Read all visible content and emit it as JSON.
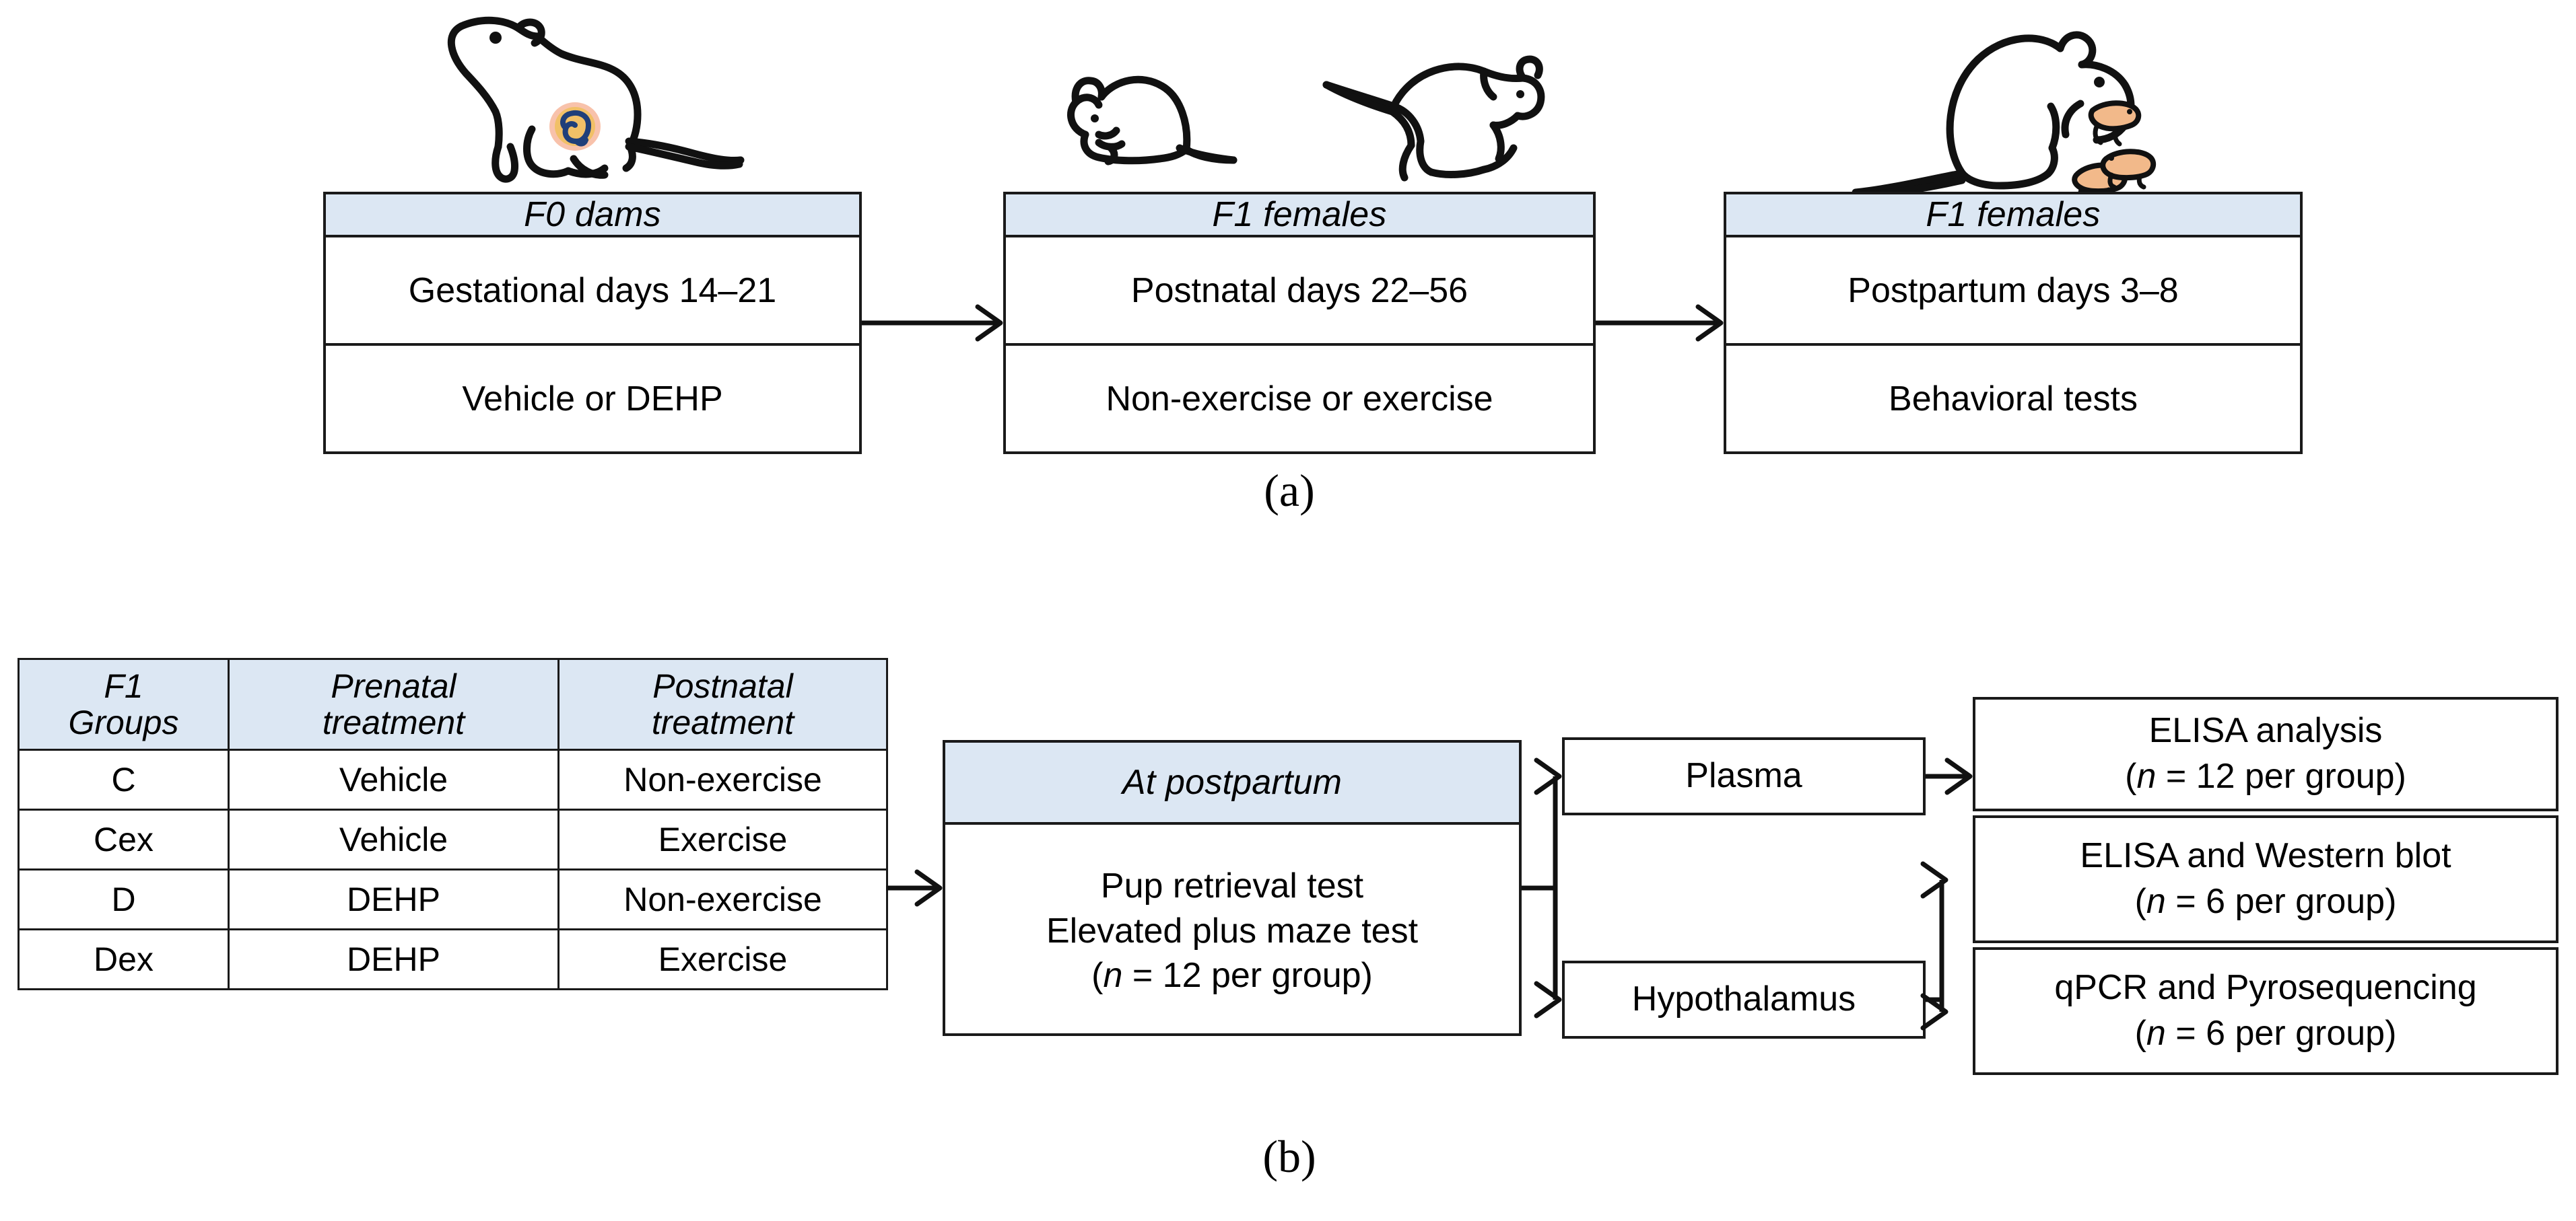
{
  "figure": {
    "panels": [
      {
        "label": "(a)"
      },
      {
        "label": "(b)"
      }
    ]
  },
  "panel_a": {
    "caption": "(a)",
    "illustrations": [
      {
        "name": "pregnant-rat-icon",
        "description": "pregnant dam with fetus"
      },
      {
        "name": "resting-and-running-rats-icon",
        "description": "non-exercising rat and running rat"
      },
      {
        "name": "dam-with-pups-icon",
        "description": "dam retrieving pups"
      }
    ],
    "stages": [
      {
        "header": "F0 dams",
        "line1": "Gestational days 14–21",
        "line2": "Vehicle or DEHP"
      },
      {
        "header": "F1 females",
        "line1": "Postnatal days 22–56",
        "line2": "Non-exercise or exercise"
      },
      {
        "header": "F1 females",
        "line1": "Postpartum days 3–8",
        "line2": "Behavioral tests"
      }
    ]
  },
  "panel_b": {
    "caption": "(b)",
    "group_table": {
      "headers": [
        "F1 Groups",
        "Prenatal treatment",
        "Postnatal treatment"
      ],
      "header_lines": [
        [
          "F1",
          "Groups"
        ],
        [
          "Prenatal",
          "treatment"
        ],
        [
          "Postnatal",
          "treatment"
        ]
      ],
      "rows": [
        [
          "C",
          "Vehicle",
          "Non-exercise"
        ],
        [
          "Cex",
          "Vehicle",
          "Exercise"
        ],
        [
          "D",
          "DEHP",
          "Non-exercise"
        ],
        [
          "Dex",
          "DEHP",
          "Exercise"
        ]
      ]
    },
    "postpartum_box": {
      "header": "At postpartum",
      "lines": [
        "Pup retrieval test",
        "Elevated plus maze test"
      ],
      "n_prefix": "(",
      "n_italic": "n",
      "n_suffix": " = 12 per group)"
    },
    "samples": [
      {
        "label": "Plasma"
      },
      {
        "label": "Hypothalamus"
      }
    ],
    "analyses": [
      {
        "line1": "ELISA analysis",
        "n_prefix": "(",
        "n_italic": "n",
        "n_suffix": " = 12 per group)"
      },
      {
        "line1": "ELISA and Western blot",
        "n_prefix": "(",
        "n_italic": "n",
        "n_suffix": " = 6 per group)"
      },
      {
        "line1": "qPCR and Pyrosequencing",
        "n_prefix": "(",
        "n_italic": "n",
        "n_suffix": " = 6 per group)"
      }
    ]
  },
  "colors": {
    "header_fill": "#dce7f3",
    "border": "#1a1a1a",
    "pup_fill": "#f2b98a",
    "fetus_outline": "#1f3f7a",
    "fetus_glow": "#f5a98a",
    "background": "#ffffff"
  }
}
